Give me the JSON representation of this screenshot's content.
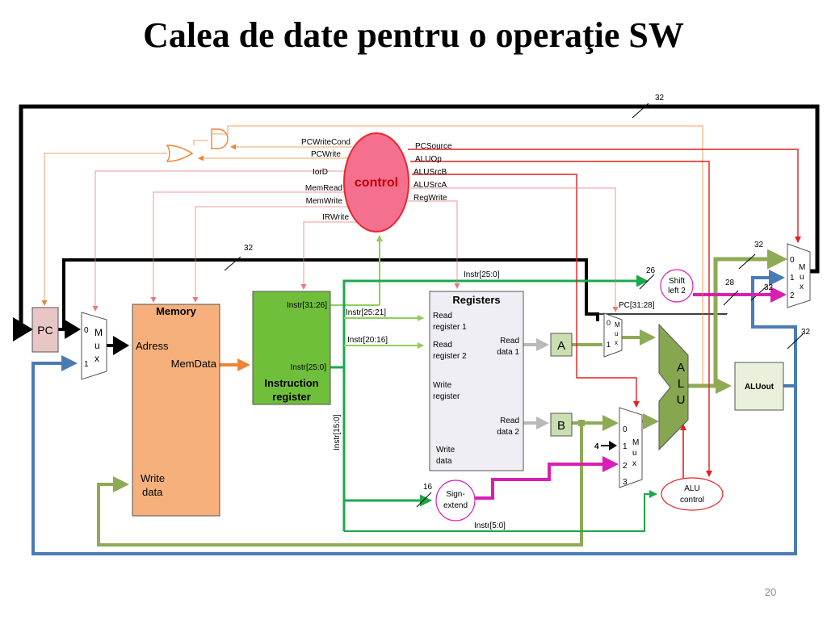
{
  "title": "Calea de date pentru o operaţie SW",
  "page_number": "20",
  "control": {
    "label": "control",
    "left_signals": [
      "PCWriteCond",
      "PCWrite",
      "IorD",
      "MemRead",
      "MemWrite",
      "IRWrite"
    ],
    "right_signals": [
      "PCSource",
      "ALUOp",
      "ALUSrcB",
      "ALUSrcA",
      "RegWrite"
    ]
  },
  "pc": {
    "label": "PC"
  },
  "mux_pc": {
    "in0": "0",
    "in1": "1",
    "m": "M",
    "u": "u",
    "x": "x"
  },
  "memory": {
    "title": "Memory",
    "address": "Adress",
    "memdata": "MemData",
    "write_data_1": "Write",
    "write_data_2": "data"
  },
  "instruction_register": {
    "label_1": "Instruction",
    "label_2": "register",
    "out_top": "Instr[31:26]",
    "out_main": "Instr[25:0]"
  },
  "registers": {
    "title": "Registers",
    "read_reg1_a": "Read",
    "read_reg1_b": "register 1",
    "read_reg2_a": "Read",
    "read_reg2_b": "register 2",
    "write_reg_a": "Write",
    "write_reg_b": "register",
    "write_data_a": "Write",
    "write_data_b": "data",
    "read_data1_a": "Read",
    "read_data1_b": "data 1",
    "read_data2_a": "Read",
    "read_data2_b": "data 2"
  },
  "fields": {
    "instr_25_21": "Instr[25:21]",
    "instr_20_16": "Instr[20:16]",
    "instr_15_0": "Instr[15:0]",
    "instr_25_0_top": "Instr[25:0]",
    "instr_5_0": "Instr[5:0]",
    "pc_31_28": "PC[31:28]"
  },
  "reg_a": "A",
  "reg_b": "B",
  "mux_a": {
    "in0": "0",
    "in1": "1",
    "m": "M",
    "u": "u",
    "x": "x"
  },
  "mux_b": {
    "in0": "0",
    "in1": "1",
    "in2": "2",
    "in3": "3",
    "m": "M",
    "u": "u",
    "x": "x",
    "const4": "4"
  },
  "mux_pcsrc": {
    "in0": "0",
    "in1": "1",
    "in2": "2",
    "m": "M",
    "u": "u",
    "x": "x"
  },
  "alu": {
    "a": "A",
    "l": "L",
    "u": "U"
  },
  "aluout": "ALUout",
  "alu_control_1": "ALU",
  "alu_control_2": "control",
  "shift_left_1": "Shift",
  "shift_left_2": "left 2",
  "sign_extend_1": "Sign-",
  "sign_extend_2": "extend",
  "bus_widths": {
    "top": "32",
    "pc_bus": "32",
    "shift_in": "26",
    "shift_out": "28",
    "sign_in": "16",
    "pcsrc_in0": "32",
    "pcsrc_in1": "32",
    "aluout_feedback": "32"
  },
  "colors": {
    "control_fill": "#f5708f",
    "control_stroke": "#e8262f",
    "memory_fill": "#f5b07b",
    "ir_fill": "#6fbf3b",
    "reg_file_fill": "#f0eef5",
    "reg_ab_fill": "#c9dfb1",
    "alu_fill": "#86a64f",
    "aluout_fill": "#e9f0dc",
    "pc_fill": "#e8c6c6",
    "green_bus": "#8dab55",
    "bright_green": "#1ca84b",
    "blue_bus": "#4a7bb5",
    "magenta": "#d81fb4",
    "red": "#e42020",
    "orange": "#ee8434",
    "gray_arrow": "#b9b9b9"
  }
}
